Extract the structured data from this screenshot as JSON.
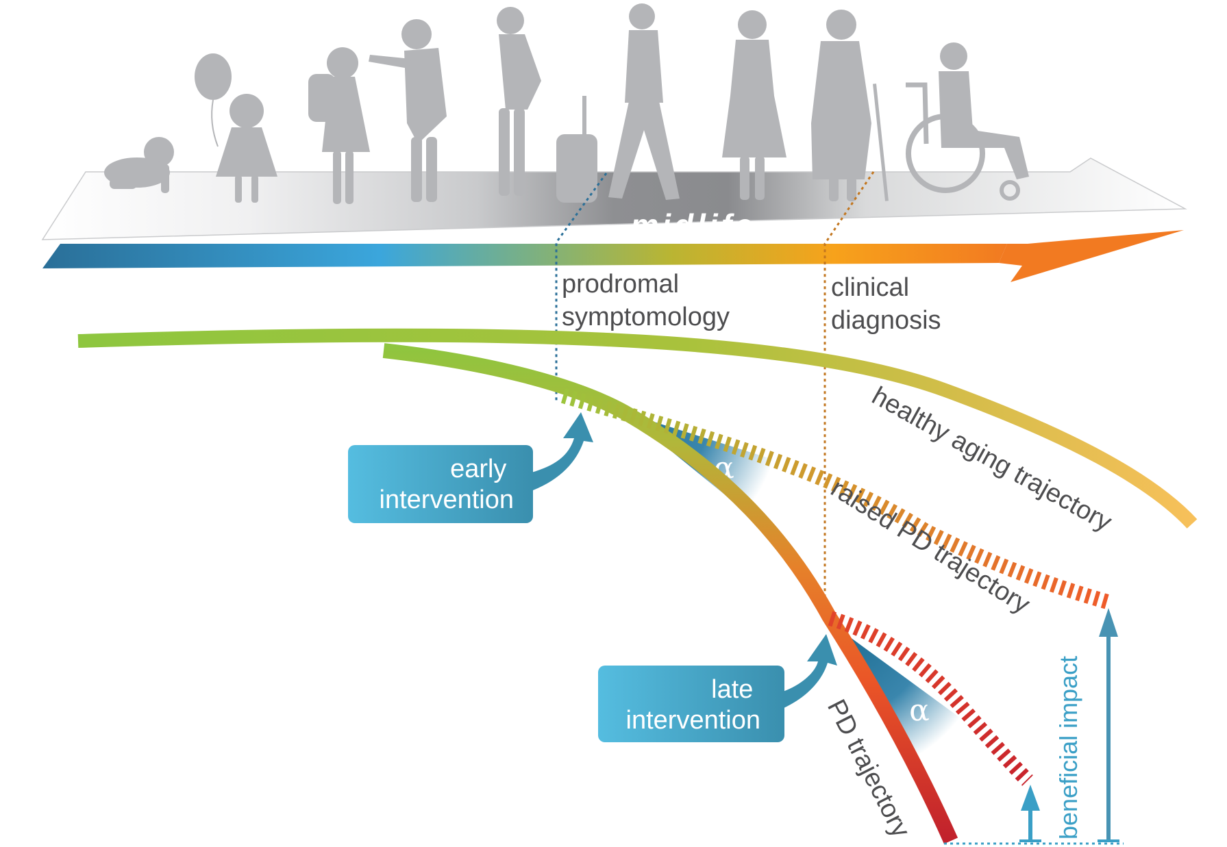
{
  "timeline": {
    "midlife_label": "midlife",
    "markers": [
      {
        "line1": "prodromal",
        "line2": "symptomology"
      },
      {
        "line1": "clinical",
        "line2": "diagnosis"
      }
    ],
    "life_stages": [
      "crawling-infant",
      "child-with-balloon",
      "schoolchild-with-backpack",
      "adult-parent",
      "pregnant-woman",
      "traveler-with-suitcase",
      "middle-aged-woman",
      "elderly-with-cane",
      "elderly-in-wheelchair"
    ]
  },
  "trajectories": {
    "healthy": "healthy aging trajectory",
    "raised_pd": "raised PD trajectory",
    "pd": "PD trajectory"
  },
  "interventions": {
    "early": {
      "line1": "early",
      "line2": "intervention"
    },
    "late": {
      "line1": "late",
      "line2": "intervention"
    }
  },
  "angle_symbol": "α",
  "impact_label": "beneficial impact",
  "colors": {
    "timeline_blue": "#2a6f98",
    "timeline_cyan": "#3ba6dc",
    "timeline_yellow": "#b9b533",
    "timeline_orange": "#f27a21",
    "healthy_green": "#8dc63f",
    "healthy_gold": "#f7c05a",
    "pd_red": "#c8232c",
    "intervention_box": "#4bb3d4",
    "alpha_blue": "#1f6f95",
    "impact_teal": "#3a9fc6"
  }
}
